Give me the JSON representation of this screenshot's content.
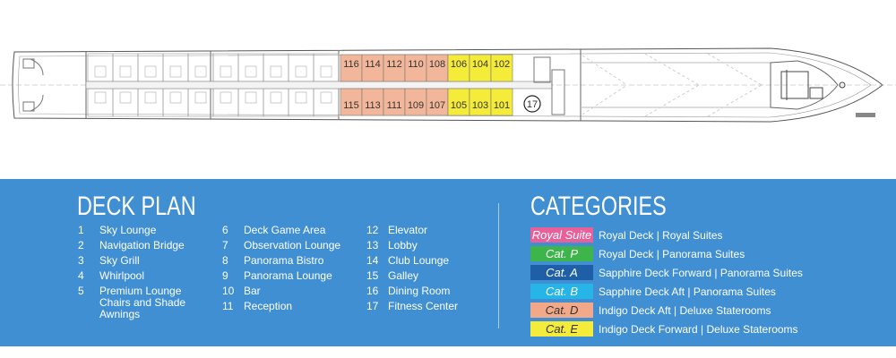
{
  "deck_plan": {
    "title": "DECK PLAN",
    "items": [
      {
        "num": "1",
        "label": "Sky Lounge"
      },
      {
        "num": "2",
        "label": "Navigation Bridge"
      },
      {
        "num": "3",
        "label": "Sky Grill"
      },
      {
        "num": "4",
        "label": "Whirlpool"
      },
      {
        "num": "5",
        "label": "Premium Lounge Chairs and Shade Awnings"
      },
      {
        "num": "6",
        "label": "Deck Game Area"
      },
      {
        "num": "7",
        "label": "Observation Lounge"
      },
      {
        "num": "8",
        "label": "Panorama Bistro"
      },
      {
        "num": "9",
        "label": "Panorama Lounge"
      },
      {
        "num": "10",
        "label": "Bar"
      },
      {
        "num": "11",
        "label": "Reception"
      },
      {
        "num": "12",
        "label": "Elevator"
      },
      {
        "num": "13",
        "label": "Lobby"
      },
      {
        "num": "14",
        "label": "Club Lounge"
      },
      {
        "num": "15",
        "label": "Galley"
      },
      {
        "num": "16",
        "label": "Dining Room"
      },
      {
        "num": "17",
        "label": "Fitness Center"
      }
    ]
  },
  "categories": {
    "title": "CATEGORIES",
    "items": [
      {
        "code": "Royal Suite",
        "desc": "Royal Deck | Royal Suites",
        "color": "#e8609a",
        "text_color": "#ffffff"
      },
      {
        "code": "Cat. P",
        "desc": "Royal Deck | Panorama Suites",
        "color": "#3db54a",
        "text_color": "#ffffff"
      },
      {
        "code": "Cat. A",
        "desc": "Sapphire Deck Forward | Panorama Suites",
        "color": "#1f5fa8",
        "text_color": "#ffffff"
      },
      {
        "code": "Cat. B",
        "desc": "Sapphire Deck Aft | Panorama Suites",
        "color": "#27b5e8",
        "text_color": "#ffffff"
      },
      {
        "code": "Cat. D",
        "desc": "Indigo Deck Aft | Deluxe Staterooms",
        "color": "#f2a98a",
        "text_color": "#333333"
      },
      {
        "code": "Cat. E",
        "desc": "Indigo Deck Forward | Deluxe Staterooms",
        "color": "#f5eb3b",
        "text_color": "#333333"
      }
    ]
  },
  "ship": {
    "cabins_top_d": [
      "116",
      "114",
      "112",
      "110",
      "108"
    ],
    "cabins_bottom_d": [
      "115",
      "113",
      "111",
      "109",
      "107"
    ],
    "cabins_top_e": [
      "106",
      "104",
      "102"
    ],
    "cabins_bottom_e": [
      "105",
      "103",
      "101"
    ],
    "fitness_marker": "17",
    "cat_d_color": "#f2b79a",
    "cat_e_color": "#f5ec3a"
  }
}
